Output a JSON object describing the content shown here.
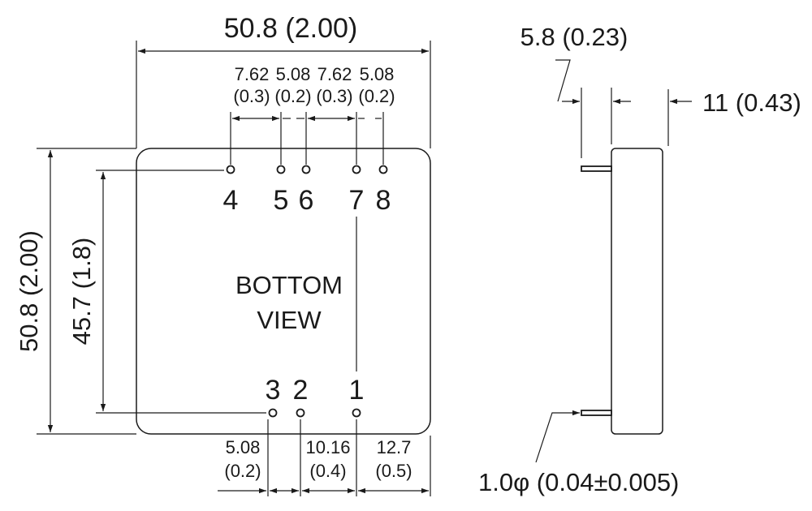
{
  "front_view": {
    "overall_width": "50.8 (2.00)",
    "overall_height": "50.8 (2.00)",
    "row_spacing": "45.7 (1.8)",
    "top_pitches": [
      {
        "mm": "7.62",
        "in": "(0.3)"
      },
      {
        "mm": "5.08",
        "in": "(0.2)"
      },
      {
        "mm": "7.62",
        "in": "(0.3)"
      },
      {
        "mm": "5.08",
        "in": "(0.2)"
      }
    ],
    "bottom_pitches": [
      {
        "mm": "5.08",
        "in": "(0.2)"
      },
      {
        "mm": "10.16",
        "in": "(0.4)"
      },
      {
        "mm": "12.7",
        "in": "(0.5)"
      }
    ],
    "top_pins": [
      "4",
      "5",
      "6",
      "7",
      "8"
    ],
    "bottom_pins": [
      "3",
      "2",
      "1"
    ],
    "label_line1": "BOTTOM",
    "label_line2": "VIEW"
  },
  "side_view": {
    "pin_length": "5.8 (0.23)",
    "thickness": "11 (0.43)",
    "pin_diameter": "1.0φ (0.04±0.005)"
  }
}
